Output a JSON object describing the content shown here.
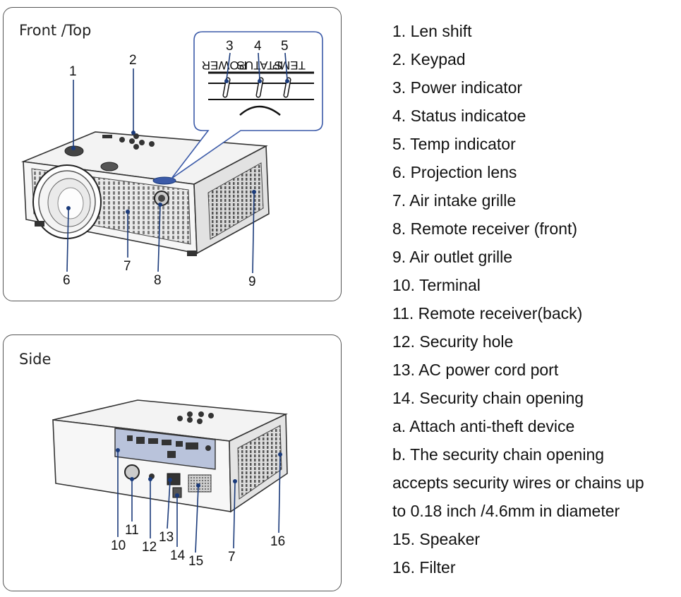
{
  "front_panel": {
    "title": "Front /Top",
    "callouts": [
      "1",
      "2",
      "3",
      "4",
      "5",
      "6",
      "7",
      "8",
      "9"
    ],
    "inset_labels": [
      "POWER",
      "STATUS",
      "TEMP"
    ]
  },
  "side_panel": {
    "title": "Side",
    "callouts": [
      "10",
      "11",
      "12",
      "13",
      "14",
      "15",
      "7",
      "16"
    ]
  },
  "legend": [
    "1. Len shift",
    "2. Keypad",
    "3. Power indicator",
    "4. Status indicatoe",
    "5. Temp indicator",
    "6. Projection lens",
    "7. Air intake grille",
    "8. Remote receiver (front)",
    "9. Air outlet grille",
    "10. Terminal",
    "11. Remote receiver(back)",
    "12. Security hole",
    "13. AC power cord port",
    "14. Security chain opening",
    "a. Attach anti-theft device",
    "b. The security chain opening",
    "accepts security wires or chains up",
    "to 0.18 inch /4.6mm in diameter",
    "15. Speaker",
    "16. Filter"
  ],
  "colors": {
    "accent": "#1a3a7a",
    "panel_border": "#555555",
    "terminal_panel": "#b9c3db"
  }
}
